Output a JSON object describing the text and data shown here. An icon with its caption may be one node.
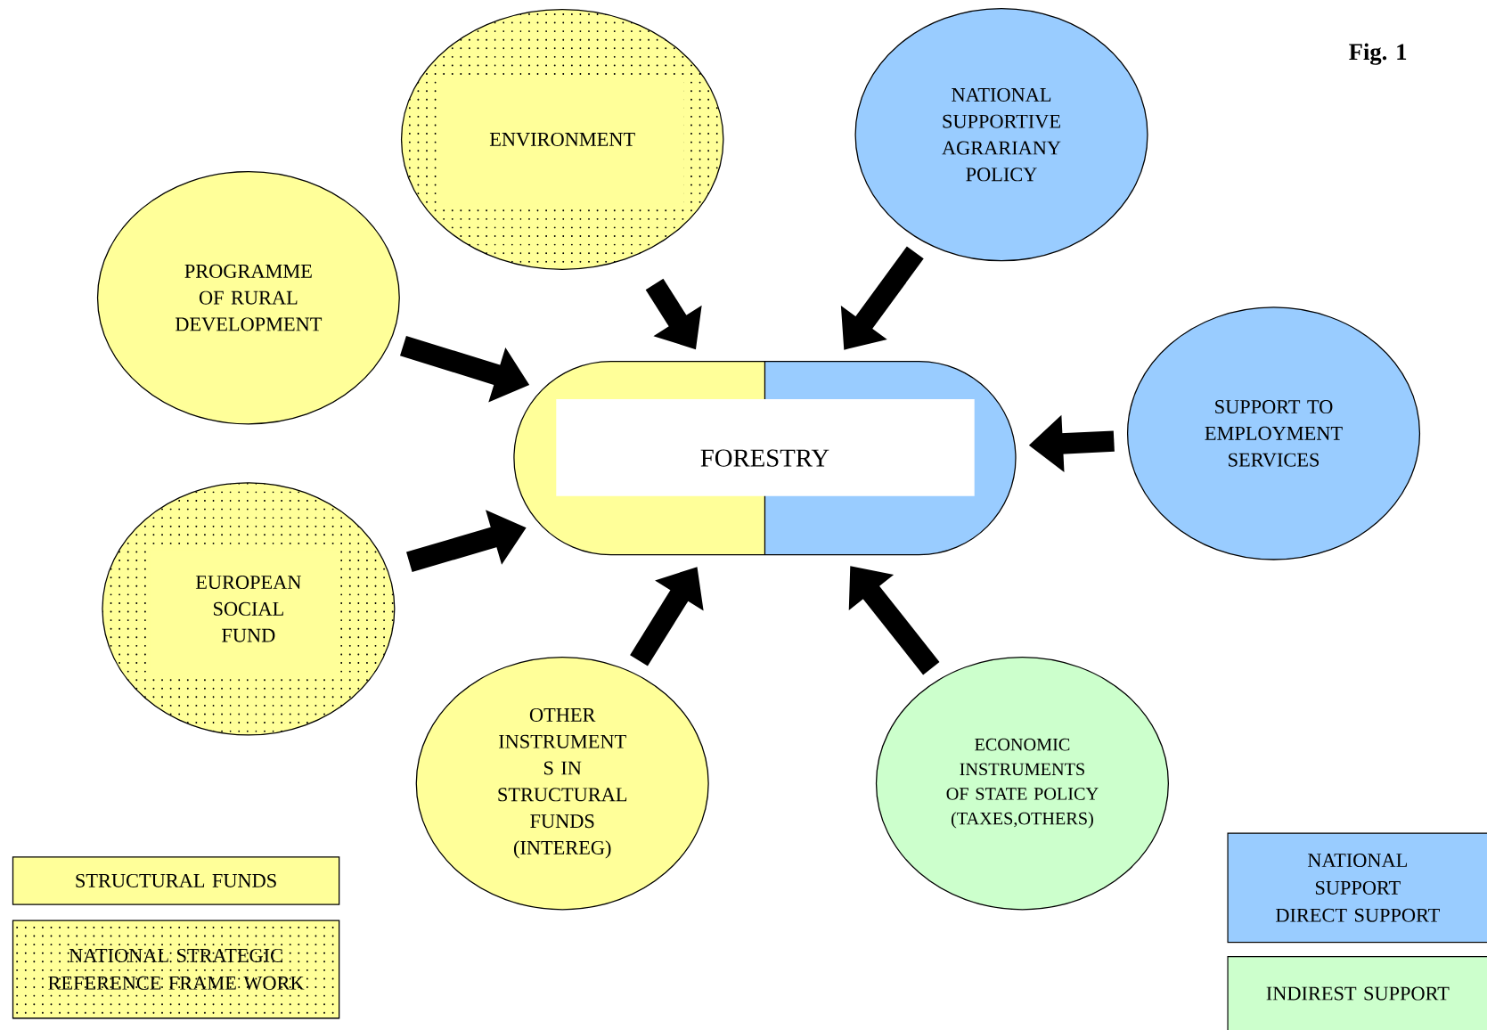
{
  "diagram": {
    "title": "Fig. 1",
    "nodes": [
      {
        "text": [
          "FORESTRY"
        ]
      },
      {
        "text": [
          "ENVIRONMENT"
        ]
      },
      {
        "text": [
          "NATIONAL SUPPORTIVE AGRARIANY POLICY"
        ]
      },
      {
        "text": [
          "PROGRAMME OF RURAL DEVELOPMENT"
        ]
      },
      {
        "text": [
          "SUPPORT TO EMPLOYMENT SERVICES"
        ]
      },
      {
        "text": [
          "EUROPEAN SOCIAL FUND"
        ]
      },
      {
        "text": [
          "OTHER INSTRUMENT S IN STRUCTURAL FUNDS (INTEREG)"
        ]
      },
      {
        "text": [
          "ECONOMIC INSTRUMENTS OF STATE POLICY (TAXES,OTHERS)"
        ]
      }
    ],
    "edges": [
      {
        "from": 1,
        "to": 0,
        "arrow": "to"
      },
      {
        "from": 2,
        "to": 0,
        "arrow": "to"
      },
      {
        "from": 3,
        "to": 0,
        "arrow": "to"
      },
      {
        "from": 4,
        "to": 0,
        "arrow": "to"
      },
      {
        "from": 5,
        "to": 0,
        "arrow": "to"
      },
      {
        "from": 6,
        "to": 0,
        "arrow": "to"
      },
      {
        "from": 7,
        "to": 0,
        "arrow": "to"
      }
    ],
    "legend": [
      {
        "text": "STRUCTURAL FUNDS",
        "color": "#ffff99"
      },
      {
        "text": "NATIONAL STRATEGIC REFERENCE FRAME WORK"
      },
      {
        "text": "NATIONAL SUPPORT DIRECT SUPPORT",
        "color": "#99ccff"
      },
      {
        "text": "INDIREST SUPPORT",
        "color": "#ccffcc"
      }
    ]
  }
}
